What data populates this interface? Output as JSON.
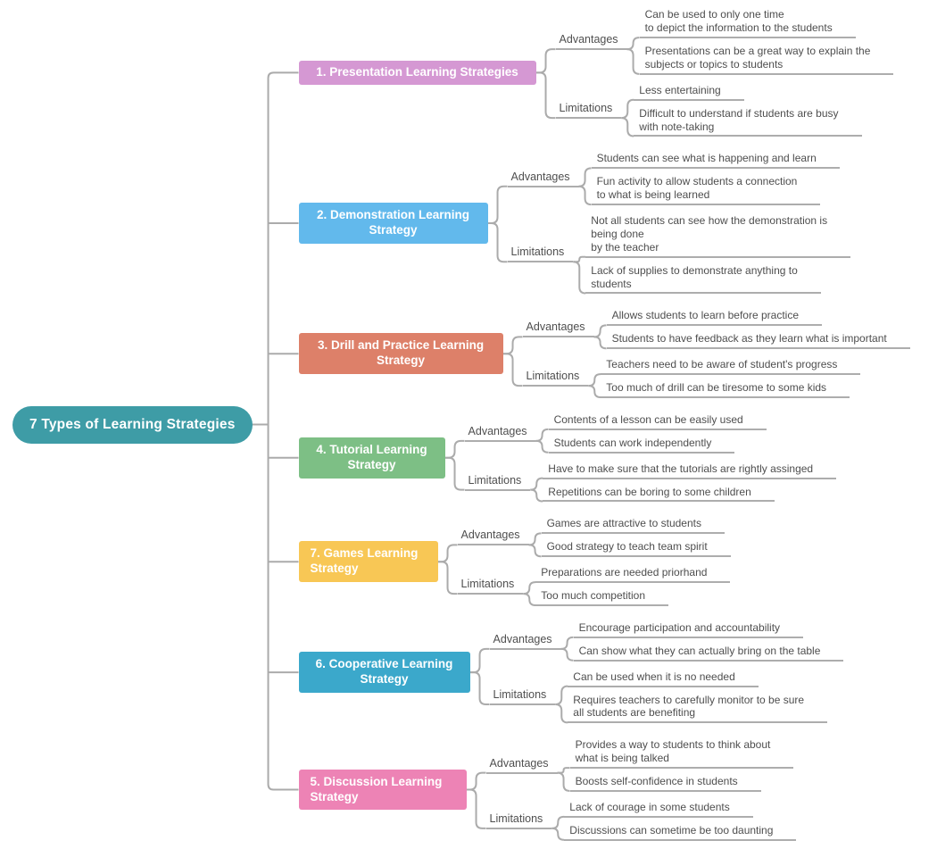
{
  "root": {
    "title": "7 Types of Learning Strategies",
    "color": "#3E9CA6"
  },
  "connector_color": "#ABABAB",
  "branches": [
    {
      "title": "1. Presentation Learning Strategies",
      "color": "#D598D3",
      "groups": [
        {
          "label": "Advantages",
          "items": [
            "Can be used to only one time\nto depict the information to the students",
            "Presentations can be a great way to explain the\nsubjects or topics to students"
          ]
        },
        {
          "label": "Limitations",
          "items": [
            "Less entertaining",
            "Difficult to understand if students are busy\nwith note-taking"
          ]
        }
      ]
    },
    {
      "title": "2. Demonstration Learning\nStrategy",
      "color": "#62B9EC",
      "groups": [
        {
          "label": "Advantages",
          "items": [
            "Students can see what is happening and learn",
            "Fun activity to allow students a connection\nto what is being learned"
          ]
        },
        {
          "label": "Limitations",
          "items": [
            "Not all students can see how the demonstration is\nbeing done\nby the teacher",
            "Lack of supplies to demonstrate anything to\nstudents"
          ]
        }
      ]
    },
    {
      "title": "3. Drill and Practice Learning\nStrategy",
      "color": "#DD8069",
      "groups": [
        {
          "label": "Advantages",
          "items": [
            "Allows students to learn before practice",
            "Students to have feedback as they learn what is important"
          ]
        },
        {
          "label": "Limitations",
          "items": [
            "Teachers need to be aware of student's progress",
            "Too much of drill can be tiresome to some kids"
          ]
        }
      ]
    },
    {
      "title": "4. Tutorial Learning\nStrategy",
      "color": "#7DBF85",
      "groups": [
        {
          "label": "Advantages",
          "items": [
            "Contents of a lesson can be easily used",
            "Students can work independently"
          ]
        },
        {
          "label": "Limitations",
          "items": [
            "Have to make sure that the tutorials are rightly assinged",
            "Repetitions can be boring to some children"
          ]
        }
      ]
    },
    {
      "title": "7. Games Learning\nStrategy",
      "color": "#F8C755",
      "groups": [
        {
          "label": "Advantages",
          "items": [
            "Games are attractive to students",
            "Good strategy to teach team spirit"
          ]
        },
        {
          "label": "Limitations",
          "items": [
            "Preparations are needed priorhand",
            "Too much competition"
          ]
        }
      ]
    },
    {
      "title": "6. Cooperative Learning\nStrategy",
      "color": "#3BA8CB",
      "groups": [
        {
          "label": "Advantages",
          "items": [
            "Encourage participation and accountability",
            "Can show what they can actually bring on the table"
          ]
        },
        {
          "label": "Limitations",
          "items": [
            "Can be used when it is no needed",
            "Requires teachers to carefully monitor to be sure\nall students are benefiting"
          ]
        }
      ]
    },
    {
      "title": "5. Discussion Learning\nStrategy",
      "color": "#ED83B5",
      "groups": [
        {
          "label": "Advantages",
          "items": [
            "Provides a way to students to think about\nwhat is being talked",
            "Boosts self-confidence in students"
          ]
        },
        {
          "label": "Limitations",
          "items": [
            "Lack of courage in some students",
            "Discussions can sometime be too daunting"
          ]
        }
      ]
    }
  ]
}
